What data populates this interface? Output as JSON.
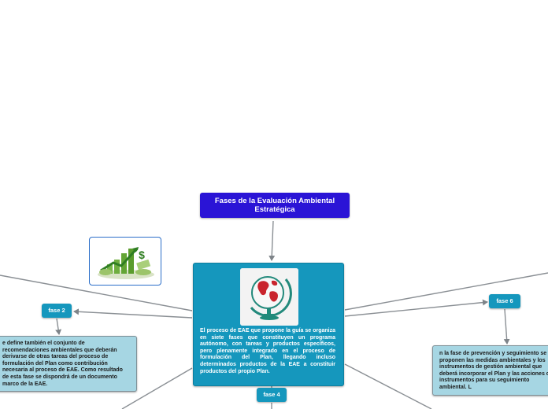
{
  "title_node": {
    "text": "Fases de la Evaluación Ambiental Estratégica"
  },
  "center_node": {
    "icon": "globe-icon",
    "text": "El proceso de EAE que propone la guía se organiza en siete fases que constituyen un programa autónomo, con tareas y productos específicos, pero plenamente integrado en el proceso de formulación del Plan, llegando incluso determinados productos de la EAE a constituir productos del propio Plan."
  },
  "image_node": {
    "icon": "money-growth-icon"
  },
  "fase2": {
    "label": "fase 2",
    "description": "e define también el conjunto de recomendaciones ambientales que deberán derivarse de otras tareas del proceso de formulación del Plan como contribución necesaria al proceso de EAE. Como resultado de esta fase se dispondrá de un documento marco de la EAE."
  },
  "fase6": {
    "label": "fase 6",
    "description": "n la fase de prevención y seguimiento se proponen las medidas ambientales y los instrumentos de gestión ambiental que deberá incorporar el Plan y las acciones o instrumentos para su seguimiento ambiental. L"
  },
  "fase4": {
    "label": "fase 4"
  },
  "colors": {
    "title_bg": "#2a14d6",
    "node_teal": "#1597bd",
    "desc_bg": "#a6d6e3",
    "connector": "#8a8f94"
  }
}
